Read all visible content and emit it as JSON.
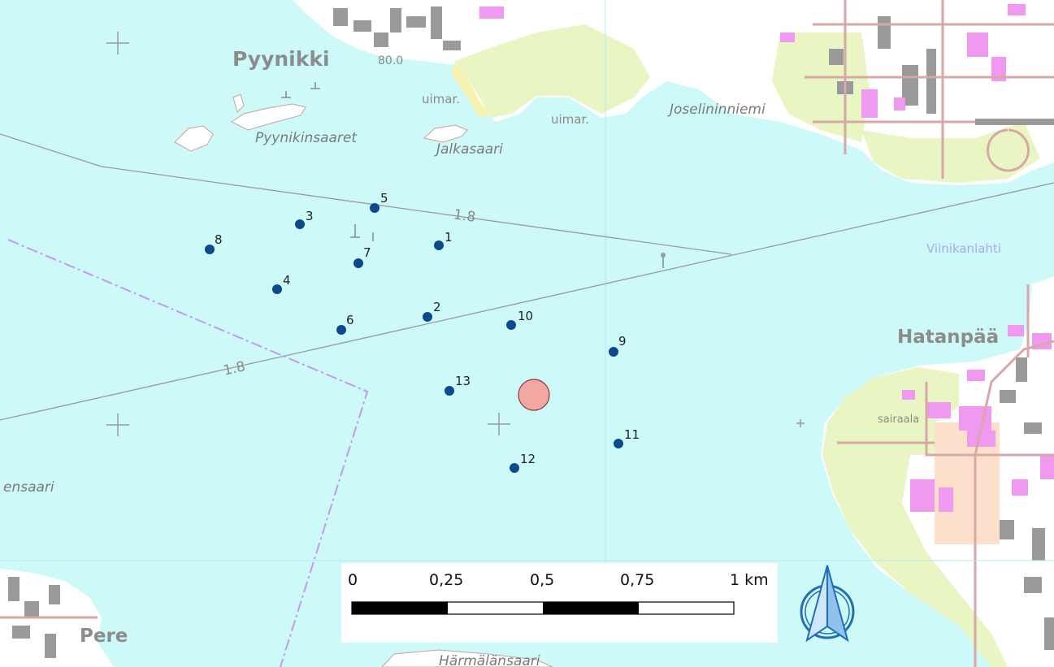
{
  "map": {
    "place_labels": [
      {
        "id": "pyynikki",
        "text": "Pyynikki"
      },
      {
        "id": "hatanpaa",
        "text": "Hatanpää"
      },
      {
        "id": "pere",
        "text": "Pere"
      }
    ],
    "feature_labels": [
      {
        "id": "pyynikinsaaret",
        "text": "Pyynikinsaaret"
      },
      {
        "id": "jalkasaari",
        "text": "Jalkasaari"
      },
      {
        "id": "joselininniemi",
        "text": "Joselininniemi"
      },
      {
        "id": "uimar1",
        "text": "uimar."
      },
      {
        "id": "uimar2",
        "text": "uimar."
      },
      {
        "id": "sairaala",
        "text": "sairaala"
      },
      {
        "id": "ensaari",
        "text": "ensaari"
      },
      {
        "id": "harmalansaari",
        "text": "Härmälänsaari"
      },
      {
        "id": "elev",
        "text": "80.0"
      }
    ],
    "water_labels": [
      {
        "id": "viinikanlahti",
        "text": "Viinikanlahti"
      }
    ],
    "depth_labels": [
      {
        "id": "depth1",
        "text": "1.8"
      },
      {
        "id": "depth2",
        "text": "1.8"
      }
    ],
    "colors": {
      "water": "#cdfaf8",
      "land": "#ffffff",
      "park": "#e9f5c2",
      "building_pink": "#f099f0",
      "building_gray": "#9a9a9a",
      "road": "#d9a7a7",
      "sample_point": "#0b4a8c",
      "center_marker": "#f2a7a3",
      "boundary": "#c39af0"
    }
  },
  "sample_points": [
    {
      "id": "1",
      "label": "1"
    },
    {
      "id": "2",
      "label": "2"
    },
    {
      "id": "3",
      "label": "3"
    },
    {
      "id": "4",
      "label": "4"
    },
    {
      "id": "5",
      "label": "5"
    },
    {
      "id": "6",
      "label": "6"
    },
    {
      "id": "7",
      "label": "7"
    },
    {
      "id": "8",
      "label": "8"
    },
    {
      "id": "9",
      "label": "9"
    },
    {
      "id": "10",
      "label": "10"
    },
    {
      "id": "11",
      "label": "11"
    },
    {
      "id": "12",
      "label": "12"
    },
    {
      "id": "13",
      "label": "13"
    }
  ],
  "scale_bar": {
    "labels": [
      "0",
      "0,25",
      "0,5",
      "0,75",
      "1 km"
    ]
  },
  "north_arrow": {
    "icon": "north-arrow-icon"
  }
}
